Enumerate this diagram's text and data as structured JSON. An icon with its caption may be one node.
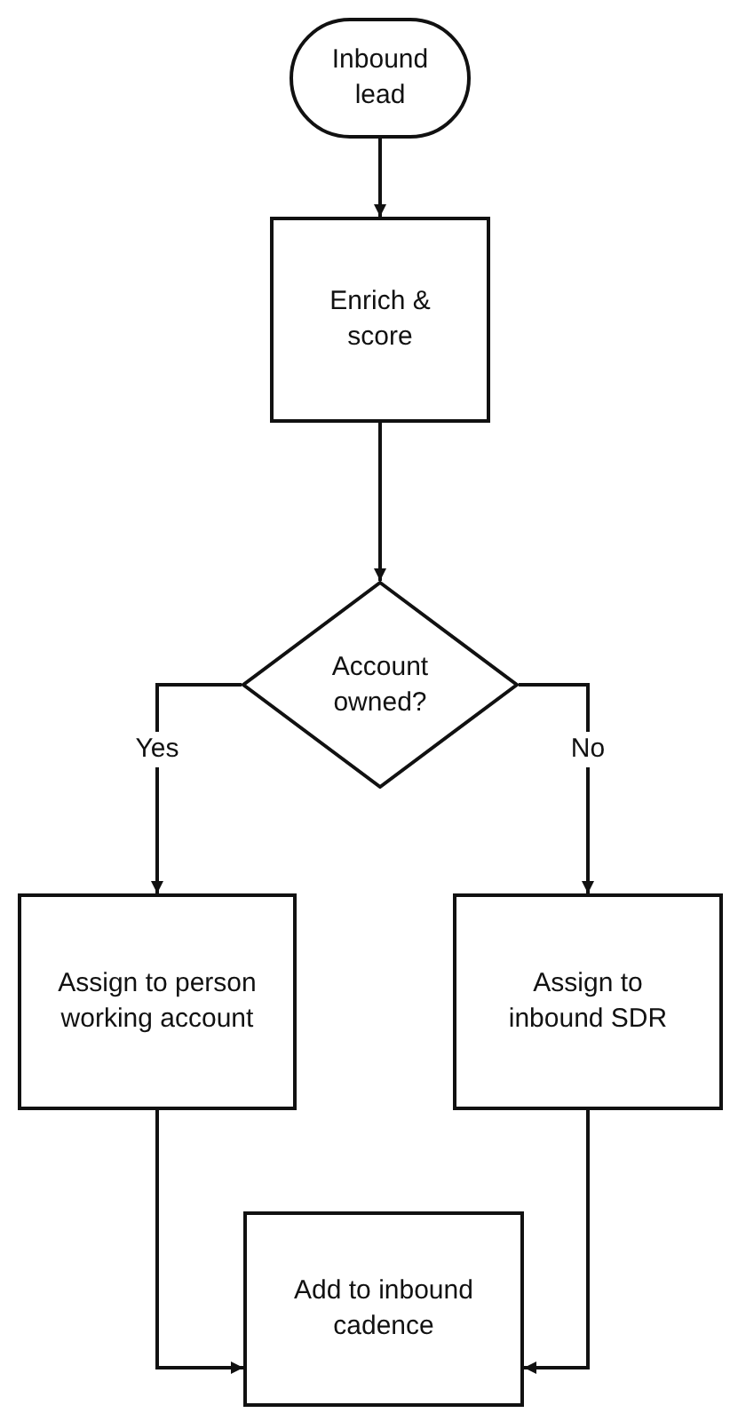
{
  "diagram": {
    "nodes": [
      {
        "text": [
          "Inbound lead"
        ]
      },
      {
        "text": [
          "Enrich & score"
        ]
      },
      {
        "text": [
          "Account owned?"
        ]
      },
      {
        "text": [
          "Assign to person working account"
        ]
      },
      {
        "text": [
          "Assign to inbound SDR"
        ]
      },
      {
        "text": [
          "Add to inbound cadence"
        ]
      }
    ],
    "edges": [
      {
        "from": 0,
        "to": 1,
        "arrow": "to"
      },
      {
        "from": 1,
        "to": 2,
        "arrow": "to"
      },
      {
        "from": 2,
        "to": 3,
        "arrow": "to",
        "label": "Yes"
      },
      {
        "from": 2,
        "to": 4,
        "arrow": "to",
        "label": "No"
      },
      {
        "from": 3,
        "to": 5,
        "arrow": "to"
      },
      {
        "from": 4,
        "to": 5,
        "arrow": "to"
      }
    ]
  }
}
